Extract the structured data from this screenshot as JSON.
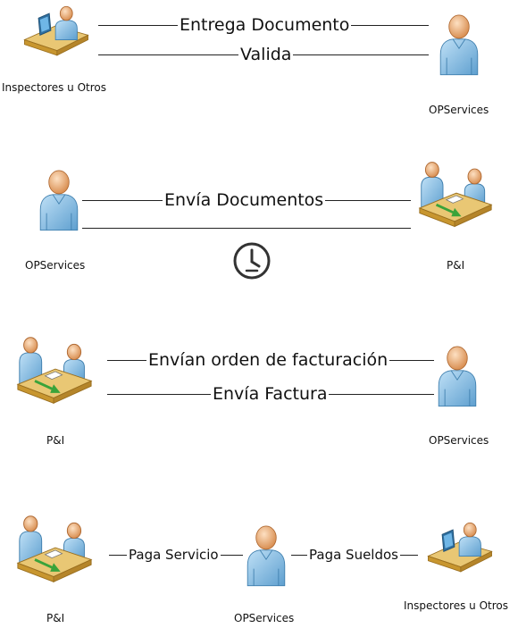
{
  "sections": [
    {
      "left_actor": "Inspectores u Otros",
      "right_actor": "OPServices",
      "messages": [
        "Entrega Documento",
        "Valida"
      ]
    },
    {
      "left_actor": "OPServices",
      "right_actor": "P&I",
      "messages": [
        "Envía Documentos"
      ]
    },
    {
      "left_actor": "P&I",
      "right_actor": "OPServices",
      "messages": [
        "Envían orden de facturación",
        "Envía Factura"
      ]
    },
    {
      "left_actor": "P&I",
      "center_actor": "OPServices",
      "right_actor": "Inspectores u Otros",
      "messages": [
        "Paga Servicio",
        "Paga Sueldos"
      ]
    }
  ],
  "icons": {
    "person": "person-icon",
    "desk_worker": "desk-worker-icon",
    "meeting": "meeting-icon",
    "clock": "clock-icon"
  },
  "colors": {
    "person_fill": "#8fc5e8",
    "person_head": "#f0b787",
    "desk_top": "#e9c774",
    "desk_front": "#c8962f",
    "arrow_green": "#3aa33a",
    "line": "#222222"
  }
}
